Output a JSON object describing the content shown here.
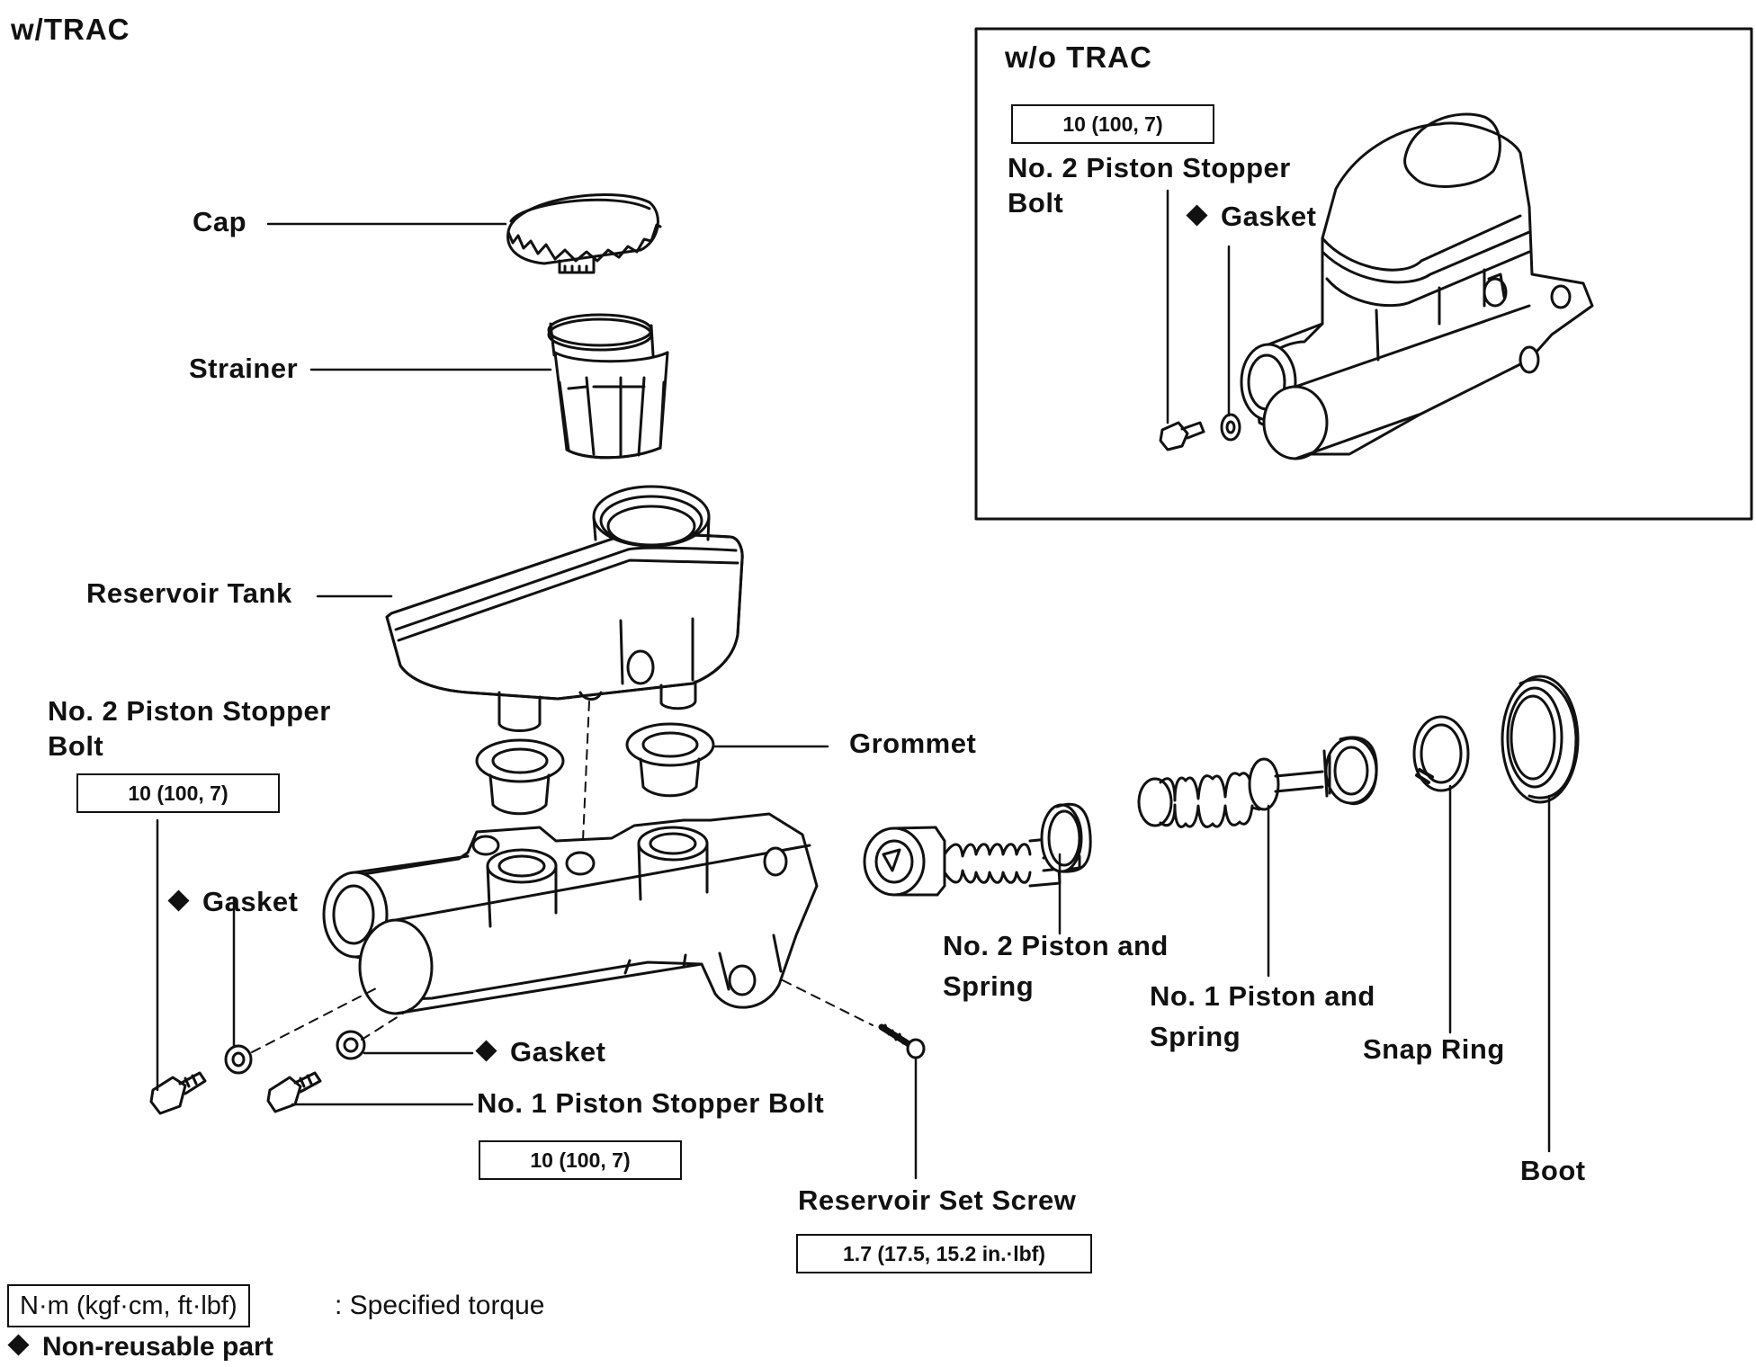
{
  "titles": {
    "with_trac": "w/TRAC",
    "without_trac": "w/o TRAC"
  },
  "inset": {
    "torque": "10 (100, 7)",
    "piston_stopper_bolt": "No. 2 Piston Stopper Bolt",
    "gasket": "Gasket"
  },
  "parts": {
    "cap": "Cap",
    "strainer": "Strainer",
    "reservoir_tank": "Reservoir Tank",
    "no2_piston_stopper_bolt": "No. 2 Piston Stopper Bolt",
    "grommet": "Grommet",
    "gasket_left": "Gasket",
    "gasket_center": "Gasket",
    "no1_piston_stopper_bolt": "No. 1 Piston Stopper Bolt",
    "no2_piston_and_spring": "No. 2 Piston and Spring",
    "no1_piston_and_spring": "No. 1 Piston and Spring",
    "snap_ring": "Snap Ring",
    "boot": "Boot",
    "reservoir_set_screw": "Reservoir Set Screw"
  },
  "torques": {
    "no2_bolt": "10 (100, 7)",
    "no1_bolt": "10 (100, 7)",
    "set_screw": "1.7 (17.5, 15.2 in.·lbf)"
  },
  "legend": {
    "torque_unit": "N·m (kgf·cm, ft·lbf)",
    "torque_desc": ": Specified torque",
    "nonreusable": "Non-reusable part"
  }
}
